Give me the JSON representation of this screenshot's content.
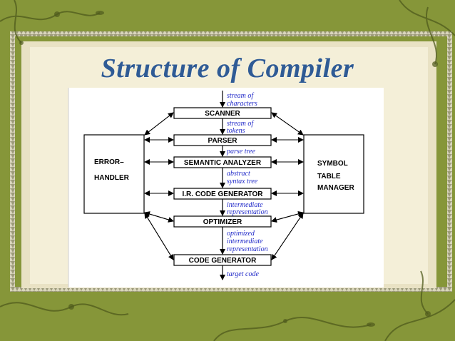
{
  "title": "Structure of Compiler",
  "colors": {
    "background_green": "#8a9a3c",
    "paper": "#f4efd8",
    "title_blue": "#2f5b95",
    "annotation_blue": "#1f28c8"
  },
  "icons": [
    "vine-ornament-icon",
    "notched-border-icon"
  ],
  "diagram": {
    "phases": [
      "SCANNER",
      "PARSER",
      "SEMANTIC ANALYZER",
      "I.R. CODE GENERATOR",
      "OPTIMIZER",
      "CODE GENERATOR"
    ],
    "annotations": {
      "stream_chars": [
        "stream of",
        "characters"
      ],
      "stream_tokens": [
        "stream of",
        "tokens"
      ],
      "parse_tree": [
        "parse tree"
      ],
      "ast": [
        "abstract",
        "syntax tree"
      ],
      "ir": [
        "intermediate",
        "representation"
      ],
      "opt_ir": [
        "optimized",
        "intermediate",
        "representation"
      ],
      "target": [
        "target code"
      ]
    },
    "error_handler": {
      "line1": "ERROR–",
      "line2": "HANDLER"
    },
    "symbol_table": {
      "line1": "SYMBOL",
      "line2": "TABLE",
      "line3": "MANAGER"
    }
  }
}
